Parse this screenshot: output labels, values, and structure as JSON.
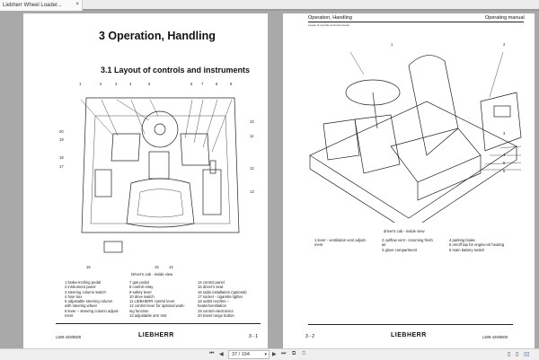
{
  "tab": {
    "title": "Liebherr Wheel Loader...",
    "close": "×"
  },
  "page1": {
    "chapter": "3  Operation, Handling",
    "section": "3.1   Layout of controls and instruments",
    "caption": "Driver's cab - inside view",
    "callouts_top": [
      "1",
      "2",
      "3",
      "4",
      "5",
      "6",
      "7",
      "8",
      "9"
    ],
    "callouts_right": [
      "10",
      "11",
      "12",
      "13"
    ],
    "callouts_left": [
      "20",
      "19",
      "18",
      "17",
      "16"
    ],
    "callouts_bottom": [
      "15",
      "14"
    ],
    "legend": [
      [
        "1 brake-inching pedal",
        "2 instrument panel",
        "3 steering column switch",
        "4 fuse box",
        "5 adjustable steering column",
        "   with steering wheel",
        "6 lever – steering column adjust-",
        "   ment"
      ],
      [
        "7 gas pedal",
        "8 control relay",
        "9 safety lever",
        "10 drive switch",
        "11 LIEBHERR control lever",
        "12 control lever for optional work-",
        "   ing function",
        "13 adjustable arm rest"
      ],
      [
        "14 control panel",
        "15 driver's seat",
        "16 radio installation (optional)",
        "17 socket - cigarette lighter",
        "18 outlet nozzles –",
        "   heater/ventilation",
        "19 control electronics",
        "20 travel range button"
      ]
    ],
    "footer_left": "L509-429/8500",
    "logo": "LIEBHERR",
    "page_number": "3 - 1"
  },
  "page2": {
    "header_left": "Operation, Handling",
    "header_sub": "Layout of controls and instruments",
    "header_right": "Operating manual",
    "caption": "driver's cab - inside view",
    "callouts": [
      "1",
      "2",
      "3",
      "4",
      "5",
      "6"
    ],
    "legend": [
      [
        "1 lever - ventilation vent adjust-",
        "   ment"
      ],
      [
        "2 outflow vent - incoming fresh",
        "   air",
        "3 glove compartment"
      ],
      [
        "4 parking brake",
        "5 on/off tap for engine-oil heating",
        "6 main battery switch"
      ]
    ],
    "page_number": "3 - 2",
    "logo": "LIEBHERR",
    "footer_right": "L509-429/8500"
  },
  "toolbar": {
    "page_indicator": "37 / 194"
  }
}
